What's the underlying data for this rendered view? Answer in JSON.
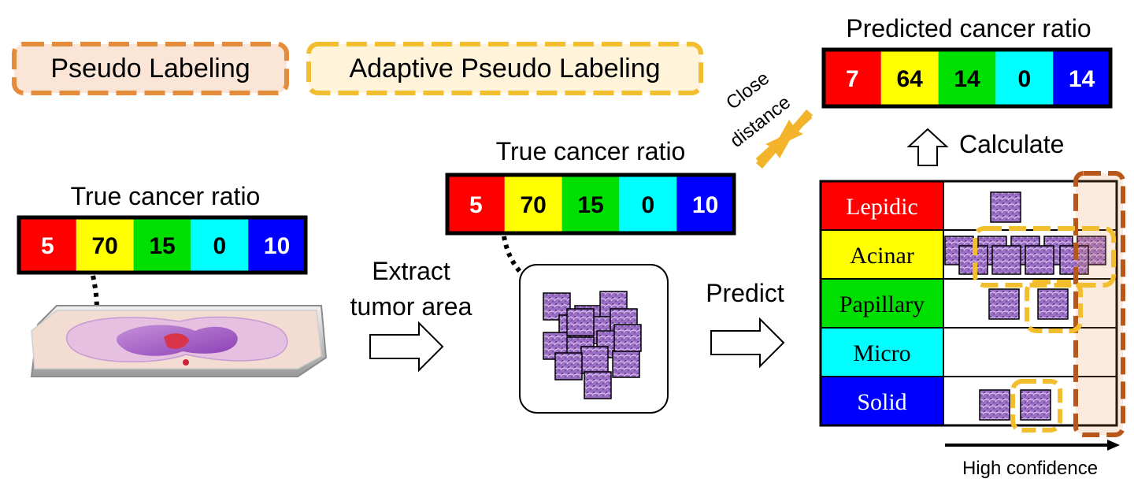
{
  "legend": {
    "pseudo": {
      "label": "Pseudo Labeling",
      "color": "#E58C3C",
      "fill": "#FBE5D6"
    },
    "adaptive": {
      "label": "Adaptive Pseudo Labeling",
      "color": "#F3BE2E",
      "fill": "#FFF4DA"
    }
  },
  "segment_colors": [
    "#FF0000",
    "#FFFF00",
    "#00E000",
    "#00FFFF",
    "#0000FF"
  ],
  "segment_text_colors": [
    "#FFFFFF",
    "#000000",
    "#000000",
    "#000000",
    "#FFFFFF"
  ],
  "slide_ratio": {
    "title": "True cancer ratio",
    "values": [
      "5",
      "70",
      "15",
      "0",
      "10"
    ]
  },
  "extract": {
    "line1": "Extract",
    "line2": "tumor area"
  },
  "tumor_ratio": {
    "title": "True cancer ratio",
    "values": [
      "5",
      "70",
      "15",
      "0",
      "10"
    ]
  },
  "predict": {
    "label": "Predict"
  },
  "close_distance": {
    "line1": "Close",
    "line2": "distance",
    "color": "#F3B32A"
  },
  "predicted_ratio": {
    "title": "Predicted cancer ratio",
    "values": [
      "7",
      "64",
      "14",
      "0",
      "14"
    ]
  },
  "calculate": {
    "label": "Calculate"
  },
  "classes": [
    "Lepidic",
    "Acinar",
    "Papillary",
    "Micro",
    "Solid"
  ],
  "confidence": {
    "label": "High confidence"
  }
}
